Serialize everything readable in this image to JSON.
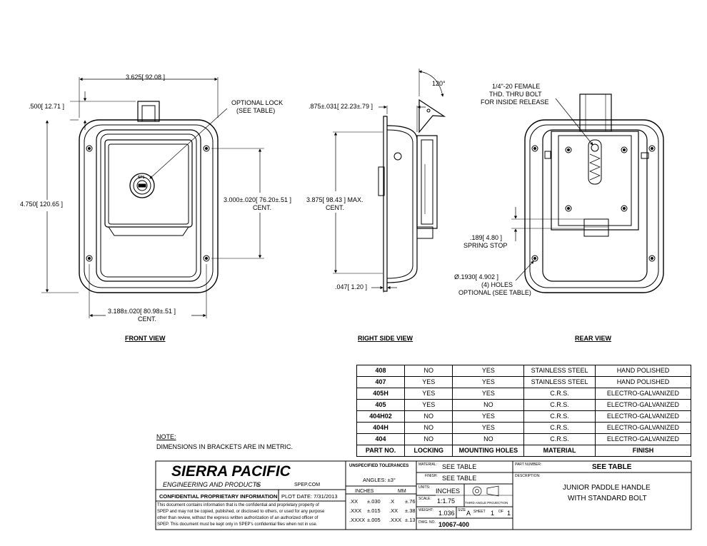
{
  "views": {
    "front": {
      "title": "FRONT VIEW",
      "dim_width": "3.625[ 92.08 ]",
      "dim_top": ".500[ 12.71 ]",
      "dim_height": "4.750[ 120.65 ]",
      "dim_holes_v": "3.000±.020[ 76.20±.51 ]",
      "dim_holes_v_note": "CENT.",
      "dim_holes_h": "3.188±.020[ 80.98±.51 ]",
      "dim_holes_h_note": "CENT.",
      "lock_note_1": "OPTIONAL LOCK",
      "lock_note_2": "(SEE TABLE)",
      "lock_label": "SP1"
    },
    "side": {
      "title": "RIGHT SIDE VIEW",
      "dim_depth": ".875±.031[ 22.23±.79 ]",
      "dim_angle": "120°",
      "dim_max": "3.875[ 98.43 ] MAX.",
      "dim_max_note": "CENT.",
      "dim_flange": ".047[ 1.20 ]"
    },
    "rear": {
      "title": "REAR VIEW",
      "bolt_note_1": "1/4\"-20 FEMALE",
      "bolt_note_2": "THD. THRU BOLT",
      "bolt_note_3": "FOR INSIDE RELEASE",
      "stop_dim": ".189[ 4.80 ]",
      "stop_note": "SPRING STOP",
      "holes_dim": "Ø.1930[ 4.902 ]",
      "holes_note_1": "(4) HOLES",
      "holes_note_2": "OPTIONAL (SEE TABLE)"
    }
  },
  "parts_table": {
    "headers": [
      "PART NO.",
      "LOCKING",
      "MOUNTING HOLES",
      "MATERIAL",
      "FINISH"
    ],
    "rows": [
      [
        "408",
        "NO",
        "YES",
        "STAINLESS STEEL",
        "HAND POLISHED"
      ],
      [
        "407",
        "YES",
        "YES",
        "STAINLESS STEEL",
        "HAND POLISHED"
      ],
      [
        "405H",
        "YES",
        "YES",
        "C.R.S.",
        "ELECTRO-GALVANIZED"
      ],
      [
        "405",
        "YES",
        "NO",
        "C.R.S.",
        "ELECTRO-GALVANIZED"
      ],
      [
        "404H02",
        "NO",
        "YES",
        "C.R.S.",
        "ELECTRO-GALVANIZED"
      ],
      [
        "404H",
        "NO",
        "YES",
        "C.R.S.",
        "ELECTRO-GALVANIZED"
      ],
      [
        "404",
        "NO",
        "NO",
        "C.R.S.",
        "ELECTRO-GALVANIZED"
      ]
    ]
  },
  "notes": {
    "title": "NOTE:",
    "text": "DIMENSIONS IN BRACKETS ARE IN METRIC."
  },
  "title_block": {
    "company": "SIERRA PACIFIC",
    "company_sub": "ENGINEERING AND PRODUCTS",
    "registered": "®",
    "website": "SPEP.COM",
    "confidential": "CONFIDENTIAL PROPRIETARY INFORMATION",
    "plot_date": "PLOT DATE: 7/31/2013",
    "disclaimer_1": "This document contains information that is the confidential and proprietary property of",
    "disclaimer_2": "SPEP and may not be copied, published, or disclosed to others, or used for any purpose",
    "disclaimer_3": "other than review, without the express written authorization of an authorized officer of",
    "disclaimer_4": "SPEP. This document must be kept only in SPEP's confidential files when not in use.",
    "tol_title": "UNSPECIFIED TOLERANCES",
    "tol_angles": "ANGLES: ±3°",
    "tol_inches": "INCHES",
    "tol_mm": "MM",
    "tol_rows": [
      [
        ".XX",
        "±.030",
        ".X",
        "±.76"
      ],
      [
        ".XXX",
        "±.015",
        ".XX",
        "±.38"
      ],
      [
        ".XXXX",
        "±.005",
        ".XXX",
        "±.13"
      ]
    ],
    "material_label": "MATERIAL:",
    "material": "SEE TABLE",
    "finish_label": "FINISH:",
    "finish": "SEE TABLE",
    "units_label": "UNITS:",
    "units": "INCHES",
    "projection": "THIRD ANGLE PROJECTION",
    "scale_label": "SCALE:",
    "scale": "1:1.75",
    "weight_label": "WEIGHT:",
    "weight": "1.036",
    "size_label": "SIZE",
    "size": "A",
    "sheet_label": "SHEET",
    "sheet": "1",
    "of_label": "OF",
    "of": "1",
    "dwg_label": "DWG. NO.",
    "dwg_no": "10067-400",
    "part_number_label": "PART NUMBER:",
    "part_number": "SEE TABLE",
    "description_label": "DESCRIPTION:",
    "description_1": "JUNIOR PADDLE HANDLE",
    "description_2": "WITH STANDARD BOLT"
  }
}
